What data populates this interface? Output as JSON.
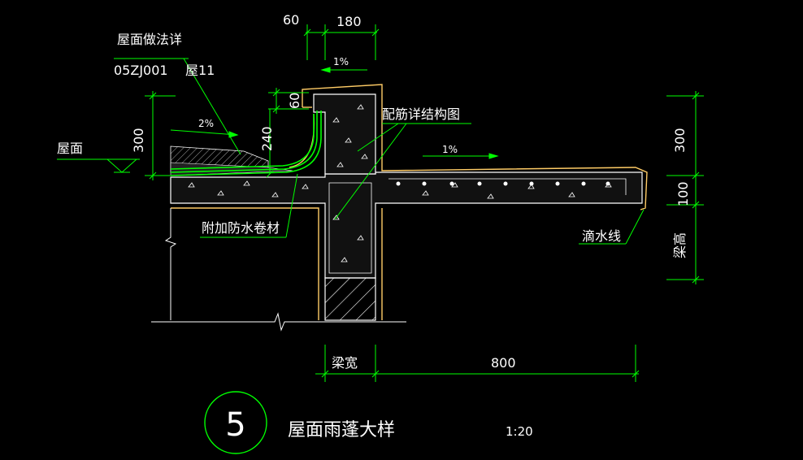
{
  "colors": {
    "background": "#000000",
    "dimension": "#00ff00",
    "text": "#ffffff",
    "outline": "#ffcc66",
    "hatch": "#ffffff",
    "membrane": "#00ff00",
    "circle": "#00ff00"
  },
  "dimensions": {
    "top_left": "60",
    "top_right": "180",
    "parapet_height": "60",
    "wall_height_left": "300",
    "membrane_height": "240",
    "right_upper": "300",
    "right_middle": "100",
    "right_lower": "梁高",
    "bottom_left": "梁宽",
    "bottom_right": "800"
  },
  "slopes": {
    "top": "1%",
    "roof": "2%",
    "canopy": "1%"
  },
  "labels": {
    "roof_detail": "屋面做法详",
    "standard_code": "05ZJ001",
    "roof_no": "屋11",
    "roof": "屋面",
    "rebar": "配筋详结构图",
    "membrane": "附加防水卷材",
    "drip": "滴水线"
  },
  "title": {
    "number": "5",
    "name": "屋面雨蓬大样",
    "scale": "1:20"
  }
}
